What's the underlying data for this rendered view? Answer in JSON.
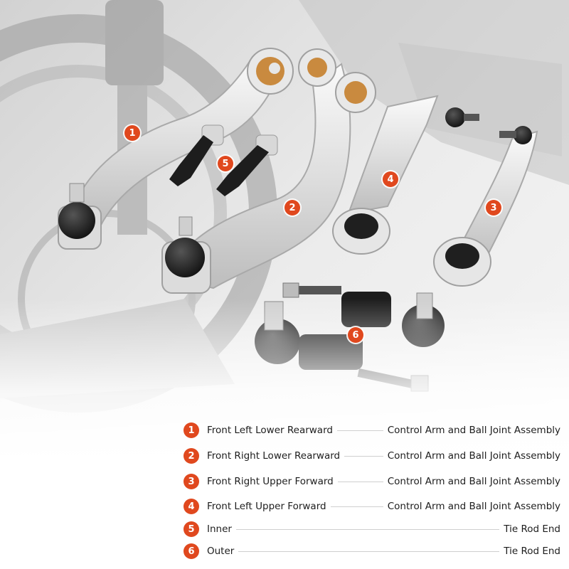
{
  "callouts": [
    "1",
    "2",
    "3",
    "4",
    "5",
    "6"
  ],
  "parts": [
    {
      "number": "1",
      "position": "Front Left Lower Rearward",
      "type": "Control Arm and Ball Joint Assembly"
    },
    {
      "number": "2",
      "position": "Front Right Lower Rearward",
      "type": "Control Arm and Ball Joint Assembly"
    },
    {
      "number": "3",
      "position": "Front Right Upper Forward",
      "type": "Control Arm and Ball Joint Assembly"
    },
    {
      "number": "4",
      "position": "Front Left Upper Forward",
      "type": "Control Arm and Ball Joint Assembly"
    },
    {
      "number": "5",
      "position": "Inner",
      "type": "Tie Rod End"
    },
    {
      "number": "6",
      "position": "Outer",
      "type": "Tie Rod End"
    }
  ],
  "colors": {
    "accent": "#e0481e",
    "text": "#1d1d1d",
    "metal": "#e6e6e6",
    "rubber": "#1e1e1e",
    "bushing": "#c98a3f"
  }
}
